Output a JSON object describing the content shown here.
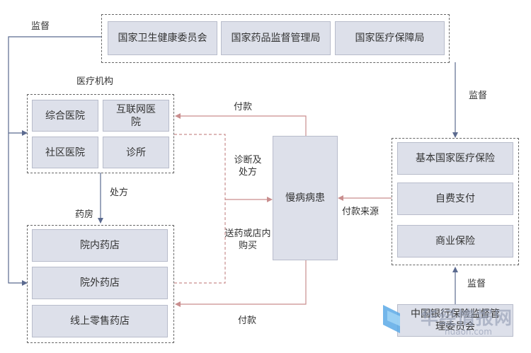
{
  "regulators": {
    "items": [
      "国家卫生健康委员会",
      "国家药品监督管理局",
      "国家医疗保障局"
    ]
  },
  "medical_institutions": {
    "title": "医疗机构",
    "items": [
      "综合医院",
      "互联网医院",
      "社区医院",
      "诊所"
    ]
  },
  "pharmacy": {
    "title": "药房",
    "items": [
      "院内药店",
      "院外药店",
      "线上零售药店"
    ]
  },
  "patient": "慢病病患",
  "payment_sources": {
    "items": [
      "基本国家医疗保险",
      "自费支付",
      "商业保险"
    ]
  },
  "insurance_regulator": "中国银行保险监督管理委员会",
  "edge_labels": {
    "supervise_left": "监督",
    "supervise_right": "监督",
    "supervise_bottom": "监督",
    "pay_top": "付款",
    "pay_bottom": "付款",
    "diagnosis": "诊断及处方",
    "prescription": "处方",
    "delivery": "送药或店内购买",
    "payment_source": "付款来源"
  },
  "watermark": {
    "main": "华经情报网",
    "sub": "huaon.com"
  },
  "colors": {
    "box_fill": "#dde0ea",
    "arrow_blue": "#5b6a8f",
    "arrow_red": "#c98e8e",
    "dashed_border": "#666666"
  }
}
